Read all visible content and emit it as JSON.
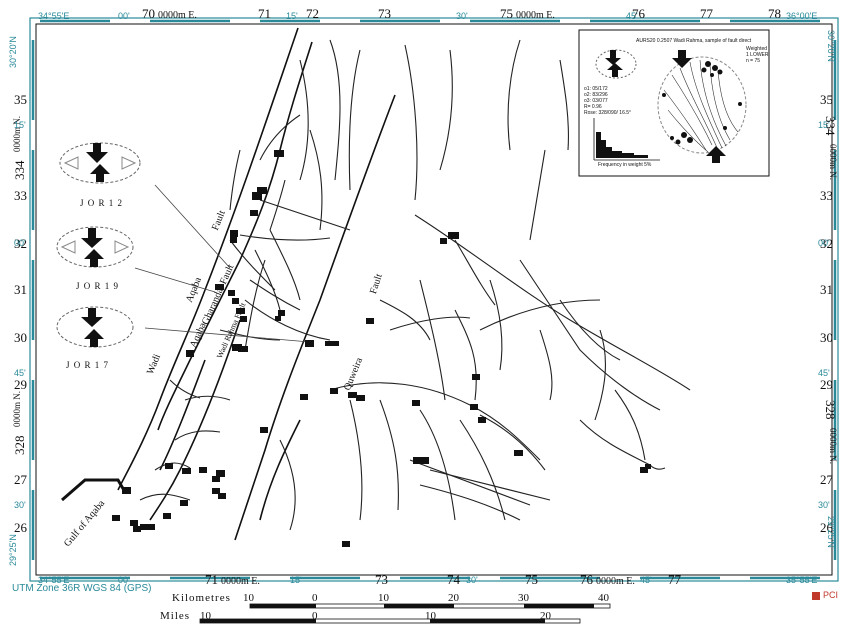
{
  "map": {
    "top_utm": [
      "70",
      "0000m E.",
      "71",
      "72",
      "73",
      "75",
      "0000m E.",
      "76",
      "77",
      "78"
    ],
    "top_geo": [
      "34°55'E",
      "00'",
      "15'",
      "30'",
      "45'",
      "36°00'E"
    ],
    "bottom_utm": [
      "71",
      "0000m E.",
      "73",
      "74",
      "75",
      "76",
      "0000m E.",
      "77"
    ],
    "bottom_geo": [
      "34°55'E",
      "00'",
      "15'",
      "30'",
      "45'",
      "35°55'E"
    ],
    "left_utm": [
      "35",
      "334",
      "0000m N.",
      "33",
      "32",
      "31",
      "30",
      "29",
      "328",
      "0000m N.",
      "27",
      "26"
    ],
    "left_geo": [
      "30°20'N",
      "15'",
      "00'",
      "45'",
      "30'",
      "29°25'N"
    ],
    "right_utm": [
      "35",
      "334",
      "0000m N.",
      "33",
      "32",
      "31",
      "30",
      "29",
      "328",
      "0000m N.",
      "27",
      "26"
    ],
    "right_geo": [
      "30°20'N",
      "15'",
      "00'",
      "45'",
      "30'",
      "29°25'N"
    ],
    "zone_label": "UTM Zone 36R WGS 84 (GPS)",
    "credit": "PCI"
  },
  "features": {
    "fault_1": "Fault",
    "aqaba_1": "Aqaba",
    "gharandal": "Gharandal Fault",
    "aqaba_2": "Aqaba",
    "wadi": "Wadi",
    "rahma": "Wadi Rahma Fault",
    "fault_2": "Fault",
    "quweira": "Quweira",
    "gulf": "Gulf of Aqaba"
  },
  "stations": [
    "J O R 1 2",
    "J O R 1 9",
    "J O R 1 7"
  ],
  "inset": {
    "title": "AURS20 0.2507 Wadi Rahma, sample of fault direct",
    "legend": [
      "Weighted",
      "1 LOWER",
      "n = 75"
    ],
    "stats": [
      "o1: 05/172",
      "o2: 83/296",
      "o3: 03/077",
      "R= 0.96",
      "Rose: 328/090/ 16.5°"
    ],
    "histogram_caption": "Frequency in weight  5%"
  },
  "scale": {
    "km_label": "Kilometres",
    "km_ticks": [
      "10",
      "0",
      "10",
      "20",
      "30",
      "40"
    ],
    "mi_label": "Miles",
    "mi_ticks": [
      "10",
      "0",
      "10",
      "20"
    ]
  }
}
